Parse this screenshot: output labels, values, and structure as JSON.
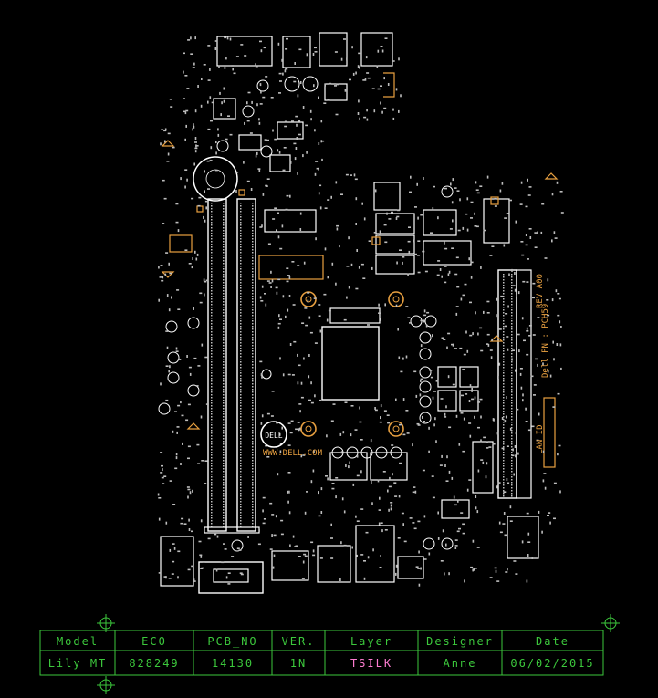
{
  "board": {
    "silk_dell": "DELL",
    "silk_www": "WWW.DELL.COM",
    "silk_rev": "REV A00",
    "silk_pn": "Dell PN : PCH59",
    "silk_lan": "LAN ID",
    "colors": {
      "background": "#000000",
      "outline": "#ffffff",
      "pad": "#cfcfcf",
      "marker": "#e8a040",
      "title_block": "#3cc83c",
      "layer_value": "#ff7dd2"
    }
  },
  "title_block": {
    "headers": [
      "Model",
      "ECO",
      "PCB_NO",
      "VER.",
      "Layer",
      "Designer",
      "Date"
    ],
    "values": [
      "Lily MT",
      "828249",
      "14130",
      "1N",
      "TSILK",
      "Anne",
      "06/02/2015"
    ]
  }
}
